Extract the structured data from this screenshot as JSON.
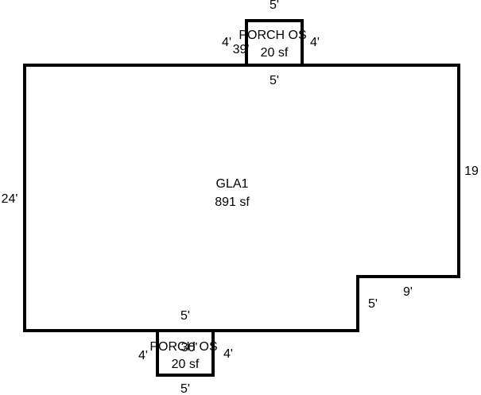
{
  "colors": {
    "stroke": "#000000",
    "background": "#ffffff",
    "text": "#000000"
  },
  "main_area": {
    "name": "GLA1",
    "area": "891 sf",
    "dims": {
      "top": "39'",
      "left": "24'",
      "right": "19",
      "notch_horizontal": "9'",
      "notch_vertical": "5'",
      "bottom": "30'"
    }
  },
  "porch_top": {
    "name": "PORCH OS",
    "area": "20 sf",
    "dims": {
      "top": "5'",
      "bottom": "5'",
      "left": "4'",
      "right": "4'"
    }
  },
  "porch_bottom": {
    "name": "PORCH OS",
    "area": "20 sf",
    "dims": {
      "top": "5'",
      "bottom": "5'",
      "left": "4'",
      "right": "4'"
    }
  }
}
